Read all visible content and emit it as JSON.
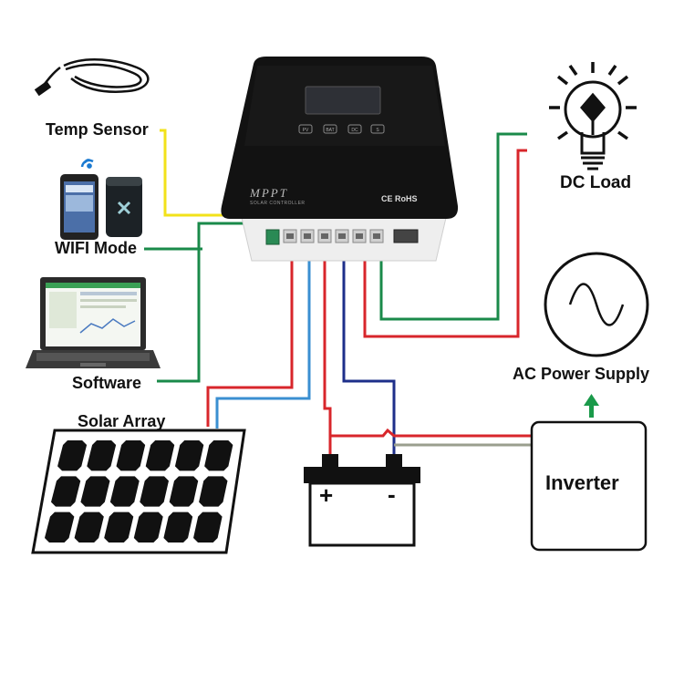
{
  "labels": {
    "temp_sensor": "Temp Sensor",
    "wifi_mode": "WIFI Mode",
    "software": "Software",
    "solar_array": "Solar Array",
    "dc_load": "DC Load",
    "ac_power_supply": "AC Power Supply",
    "inverter": "Inverter"
  },
  "controller": {
    "brand": "MPPT",
    "subtitle": "SOLAR CONTROLLER",
    "cert": "CE RoHS",
    "indicators": [
      "PV",
      "BAT",
      "DC",
      "S"
    ]
  },
  "battery": {
    "plus": "+",
    "minus": "-"
  },
  "wire_colors": {
    "yellow": "#f2e21a",
    "green": "#1a8a4a",
    "red": "#d8262b",
    "blue": "#3a8fd1",
    "navy": "#1e2f8a",
    "gray": "#9a9f8e",
    "arrow": "#1a9a4a"
  },
  "icons": [
    "temp-sensor-cable-icon",
    "smartphone-icon",
    "wifi-module-icon",
    "laptop-icon",
    "solar-panel-icon",
    "battery-icon",
    "light-bulb-icon",
    "ac-sine-icon"
  ]
}
